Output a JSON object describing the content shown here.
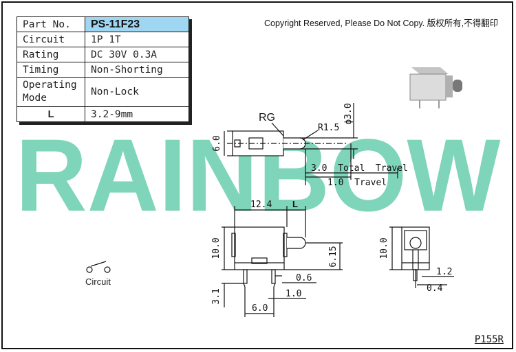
{
  "header": {
    "copyright": "Copyright Reserved, Please Do Not Copy. 版权所有,不得翻印"
  },
  "spec_table": {
    "rows": [
      {
        "label": "Part No.",
        "value": "PS-11F23"
      },
      {
        "label": "Circuit",
        "value": "1P 1T"
      },
      {
        "label": "Rating",
        "value": "DC 30V 0.3A"
      },
      {
        "label": "Timing",
        "value": "Non-Shorting"
      },
      {
        "label": "Operating Mode",
        "value": "Non-Lock"
      },
      {
        "label": "L",
        "value": "3.2-9mm"
      }
    ]
  },
  "watermark": {
    "text": "RAINBOW",
    "color": "#7fd5b9"
  },
  "top_view": {
    "label": "RG",
    "height": "6.0",
    "radius": "R1.5",
    "diameter": "ϕ3.0",
    "total_travel": "3.0  Total  Travel",
    "travel": "1.0  Travel"
  },
  "side_view": {
    "width": "12.4",
    "l_label": "L",
    "height": "10.0",
    "pin_offset": "6.15",
    "pin_width": "0.6",
    "pin_length": "3.1",
    "pin_thick": "1.0",
    "pin_pitch": "6.0"
  },
  "end_view": {
    "height": "10.0",
    "dim_a": "1.2",
    "dim_b": "0.4"
  },
  "circuit_label": "Circuit",
  "page_code": "P155R",
  "colors": {
    "line": "#111111",
    "accent": "#9fd7f2",
    "watermark": "#7fd5b9"
  }
}
